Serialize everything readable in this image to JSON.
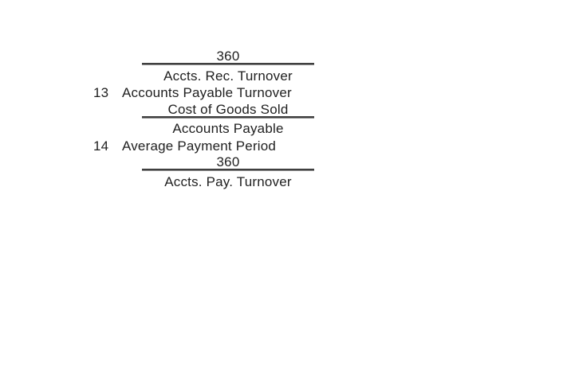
{
  "page": {
    "background_color": "#ffffff",
    "text_color": "#1f1f1f",
    "rule_color": "#3f3f3f"
  },
  "formula_list": {
    "items": [
      {
        "fraction": {
          "numerator": "360",
          "denominator": "Accts. Rec. Turnover"
        }
      },
      {
        "number": "13",
        "title": "Accounts Payable Turnover",
        "fraction": {
          "numerator": "Cost of Goods Sold",
          "denominator": "Accounts Payable"
        }
      },
      {
        "number": "14",
        "title": "Average Payment Period",
        "fraction": {
          "numerator": "360",
          "denominator": "Accts. Pay. Turnover"
        }
      }
    ]
  }
}
